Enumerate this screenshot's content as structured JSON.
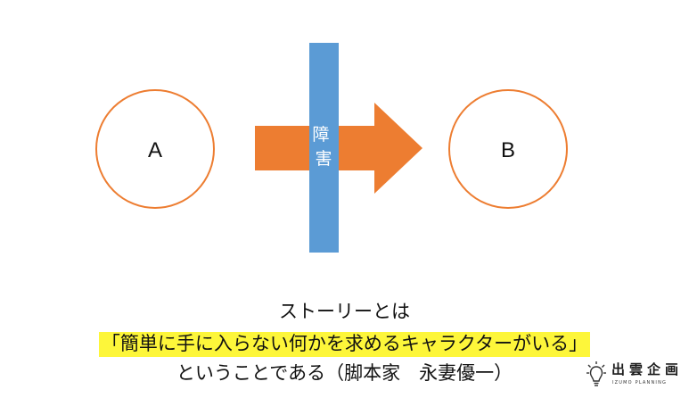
{
  "diagram": {
    "start_label": "A",
    "end_label": "B",
    "obstacle_label": "障害",
    "colors": {
      "circle_stroke": "#ed7d31",
      "arrow_fill": "#ed7d31",
      "obstacle_fill": "#5b9bd5",
      "obstacle_text": "#ffffff"
    }
  },
  "caption": {
    "line1": "ストーリーとは",
    "line2": "「簡単に手に入らない何かを求めるキャラクターがいる」",
    "line3": "ということである（脚本家　永妻優一）",
    "highlight_color": "#fdf63a"
  },
  "logo": {
    "name": "出雲企画",
    "subtitle": "IZUMO PLANNING",
    "icon": "lightbulb-icon"
  }
}
